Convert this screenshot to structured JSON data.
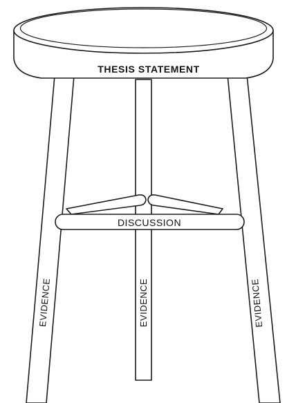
{
  "diagram": {
    "seat_label": "THESIS STATEMENT",
    "rung_label": "DISCUSSION",
    "legs": [
      {
        "label": "EVIDENCE"
      },
      {
        "label": "EVIDENCE"
      },
      {
        "label": "EVIDENCE"
      }
    ]
  },
  "colors": {
    "ink": "#1a1a1a",
    "paper": "#ffffff"
  }
}
